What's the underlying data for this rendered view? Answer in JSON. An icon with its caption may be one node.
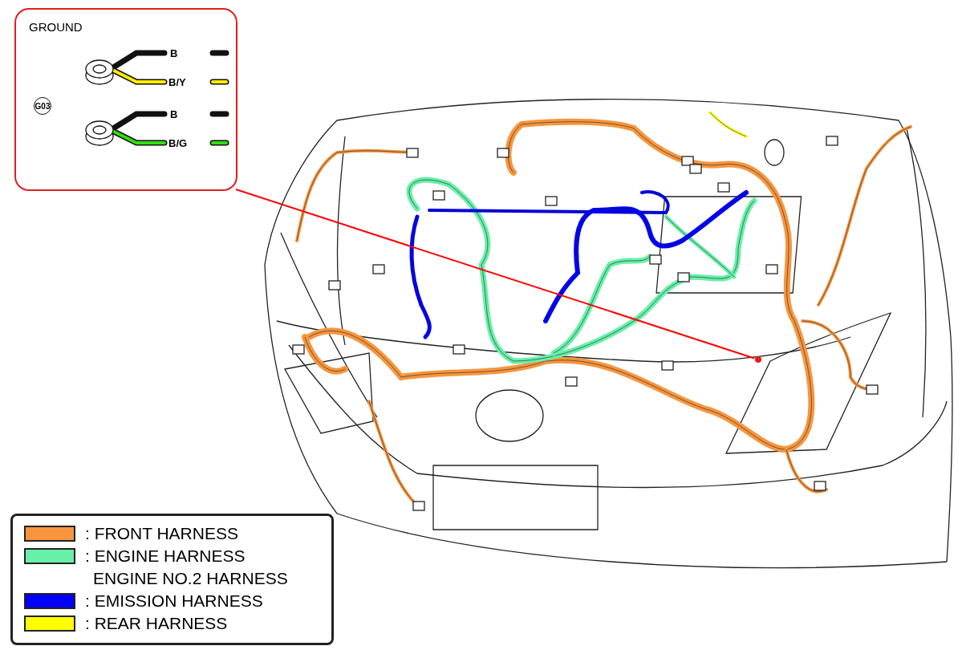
{
  "diagram": {
    "nodes": [
      {
        "text": [
          "GROUND"
        ]
      },
      {
        "text": [],
        "shape": "circle"
      }
    ],
    "edges": [
      {
        "from": 0,
        "to": 1,
        "arrow": "none",
        "color": "#ff0000"
      }
    ],
    "labels": [
      "B",
      "B/Y",
      "G03",
      "B",
      "B/G"
    ],
    "legend": [
      {
        "text": ": FRONT HARNESS",
        "color": "#f7953e"
      },
      {
        "text": ": ENGINE HARNESS ENGINE NO.2 HARNESS",
        "color": "#66f0a8"
      },
      {
        "text": ": EMISSION HARNESS",
        "color": "#0000ff"
      },
      {
        "text": ": REAR HARNESS",
        "color": "#ffff00"
      }
    ]
  }
}
